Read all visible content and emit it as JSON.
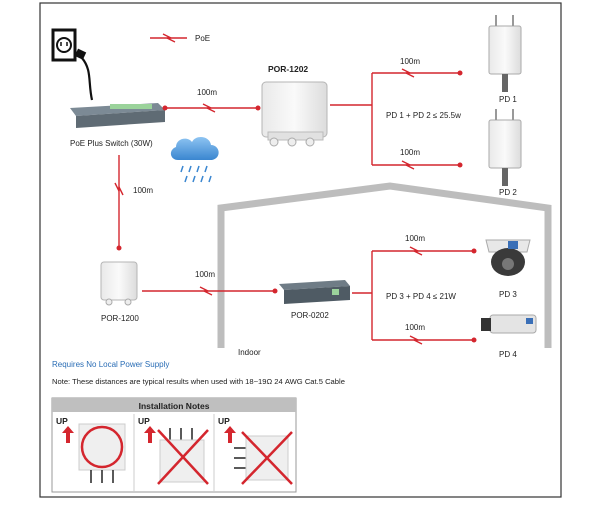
{
  "legend": {
    "poe_label": "PoE"
  },
  "switch": {
    "label": "PoE Plus Switch (30W)"
  },
  "injector_top": {
    "label": "POR-1202"
  },
  "injector_left": {
    "label": "POR-1200"
  },
  "indoor_switch": {
    "label": "POR-0202"
  },
  "devices": {
    "pd1": "PD 1",
    "pd2": "PD 2",
    "pd3": "PD 3",
    "pd4": "PD 4"
  },
  "distances": {
    "switch_to_por1202": "100m",
    "por1202_to_pd1": "100m",
    "por1202_to_pd2": "100m",
    "switch_to_por1200": "100m",
    "por1200_to_por0202": "100m",
    "por0202_to_pd3": "100m",
    "por0202_to_pd4": "100m"
  },
  "power_budget": {
    "pd1_pd2": "PD 1 + PD 2 ≤ 25.5w",
    "pd3_pd4": "PD 3 + PD 4 ≤ 21W"
  },
  "indoor_label": "Indoor",
  "notes": {
    "requires": "Requires No Local Power Supply",
    "distances": "Note: These distances are typical results when used with 18~19Ω 24 AWG Cat.5 Cable"
  },
  "installation": {
    "title": "Installation Notes",
    "panels": [
      {
        "up_label": "UP"
      },
      {
        "up_label": "UP"
      },
      {
        "up_label": "UP"
      }
    ]
  },
  "colors": {
    "poe_line": "#d4262e",
    "arrow": "#d4262e",
    "house_outline": "#bdbdbd",
    "link_blue": "#2a6db5",
    "notes_bar": "#bfbfbf"
  }
}
